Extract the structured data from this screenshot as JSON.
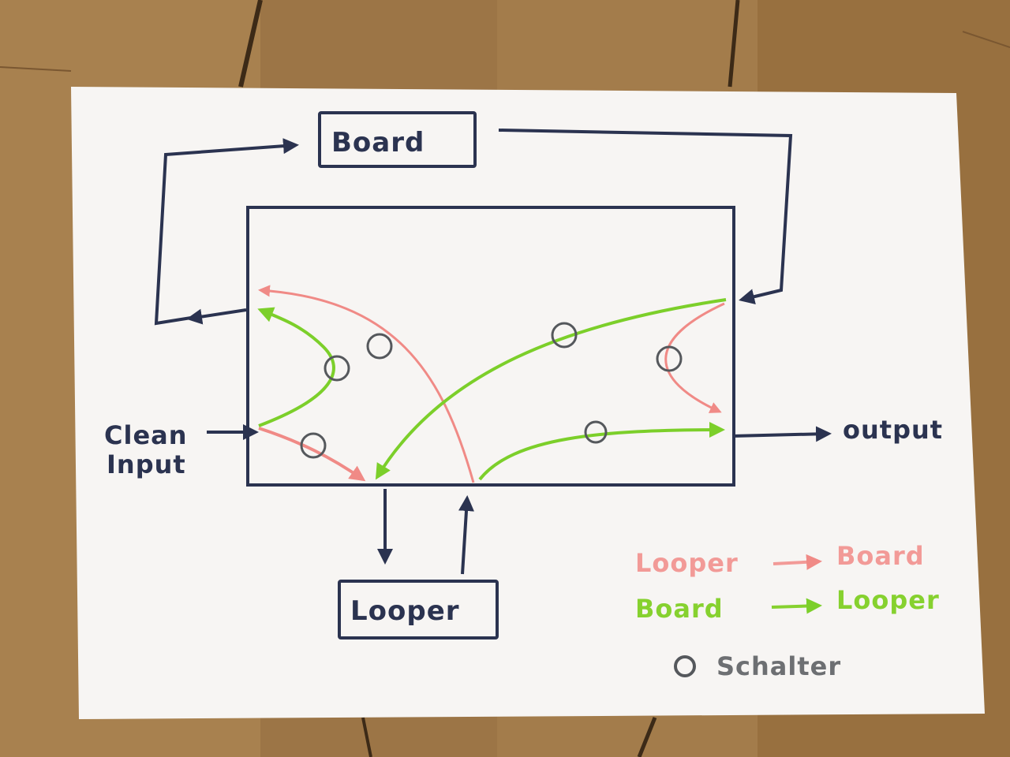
{
  "nodes": {
    "board": "Board",
    "looper": "Looper",
    "clean_input_line1": "Clean",
    "clean_input_line2": "Input",
    "output": "output"
  },
  "legend": {
    "red_from": "Looper",
    "red_to": "Board",
    "green_from": "Board",
    "green_to": "Looper",
    "switch_label": "Schalter"
  },
  "colors": {
    "ink": "#2b3350",
    "red": "#f08a86",
    "green": "#7ccf2a",
    "switch": "#55585c",
    "legend_red": "#f29a97",
    "legend_green": "#86d12f",
    "legend_gray": "#6d6f72"
  }
}
